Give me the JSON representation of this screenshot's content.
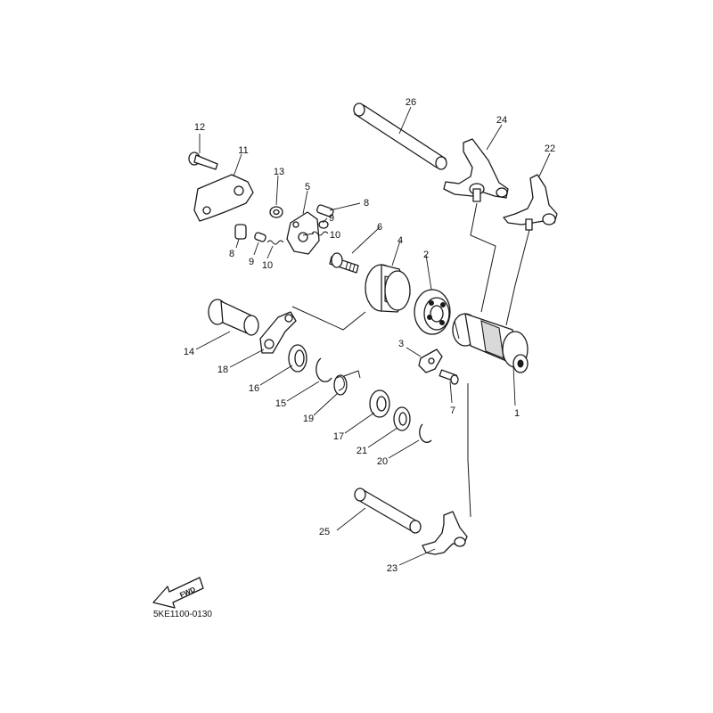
{
  "callouts": [
    "1",
    "2",
    "3",
    "4",
    "5",
    "6",
    "7",
    "8",
    "8",
    "9",
    "9",
    "10",
    "10",
    "11",
    "12",
    "13",
    "14",
    "15",
    "16",
    "17",
    "18",
    "19",
    "20",
    "21",
    "22",
    "23",
    "24",
    "25",
    "26"
  ],
  "fwd_label": "FWD",
  "diagram_code": "5KE1100-0130",
  "icons": {
    "fwd_arrow": "fwd-arrow-icon"
  }
}
